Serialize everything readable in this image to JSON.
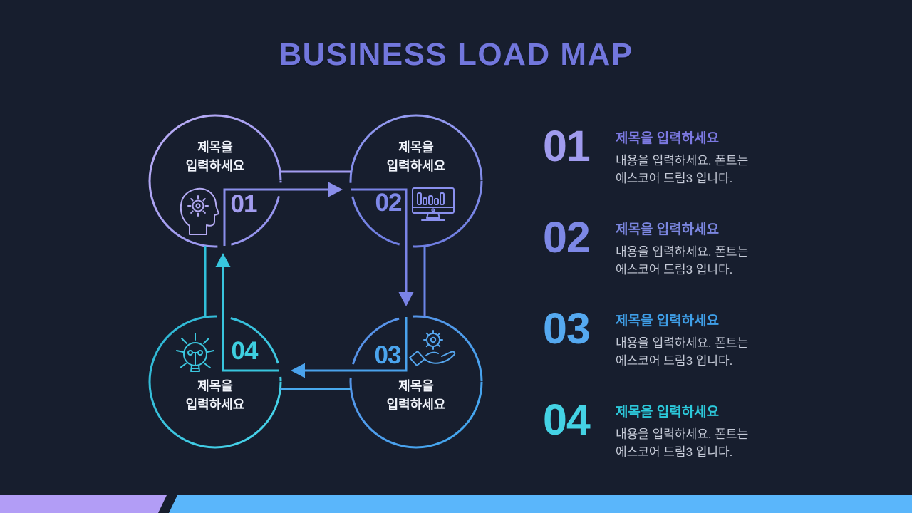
{
  "slide": {
    "title": "BUSINESS LOAD MAP"
  },
  "diagram": {
    "steps": [
      {
        "number": "01",
        "label_line1": "제목을",
        "label_line2": "입력하세요",
        "icon": "head-gear-icon",
        "accent": "#a29cee"
      },
      {
        "number": "02",
        "label_line1": "제목을",
        "label_line2": "입력하세요",
        "icon": "monitor-chart-icon",
        "accent": "#7e88e8"
      },
      {
        "number": "03",
        "label_line1": "제목을",
        "label_line2": "입력하세요",
        "icon": "hand-gear-icon",
        "accent": "#4ba5ee"
      },
      {
        "number": "04",
        "label_line1": "제목을",
        "label_line2": "입력하세요",
        "icon": "lightbulb-icon",
        "accent": "#3ecfe0"
      }
    ],
    "flow": "01 → 02 → 03 → 04 → 01"
  },
  "list": {
    "items": [
      {
        "number": "01",
        "number_color": "#a09bee",
        "title": "제목을 입력하세요",
        "title_color": "#7c79e2",
        "body_line1": "내용을 입력하세요. 폰트는",
        "body_line2": "에스코어 드림3 입니다."
      },
      {
        "number": "02",
        "number_color": "#7d88e6",
        "title": "제목을 입력하세요",
        "title_color": "#7b86e0",
        "body_line1": "내용을 입력하세요. 폰트는",
        "body_line2": "에스코어 드림3 입니다."
      },
      {
        "number": "03",
        "number_color": "#55a9f0",
        "title": "제목을 입력하세요",
        "title_color": "#3f9fe8",
        "body_line1": "내용을 입력하세요. 폰트는",
        "body_line2": "에스코어 드림3 입니다."
      },
      {
        "number": "04",
        "number_color": "#44d2e4",
        "title": "제목을 입력하세요",
        "title_color": "#2cc8da",
        "body_line1": "내용을 입력하세요. 폰트는",
        "body_line2": "에스코어 드림3 입니다."
      }
    ]
  },
  "colors": {
    "background": "#171e2e",
    "title": "#7277dd",
    "circle_text": "#f0f3fa",
    "body_text": "#c6cbd8",
    "circle_1_stroke": "#a7a0f2",
    "circle_2_stroke": "#7e88e8",
    "circle_3_stroke": "#4aa0ea",
    "circle_4_stroke": "#38c6de",
    "footer_purple": "#b29df6",
    "footer_blue": "#5ab6fb"
  }
}
